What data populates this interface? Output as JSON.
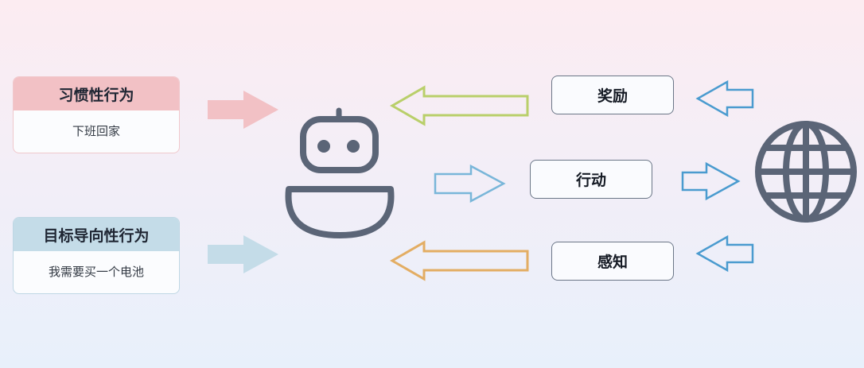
{
  "habit_card": {
    "title": "习惯性行为",
    "example": "下班回家"
  },
  "goal_card": {
    "title": "目标导向性行为",
    "example": "我需要买一个电池"
  },
  "signals": {
    "reward": "奖励",
    "action": "行动",
    "perceive": "感知"
  },
  "icons": {
    "agent": "robot-icon",
    "environment": "globe-icon"
  },
  "colors": {
    "habit": "#f2c1c5",
    "goal": "#c4dce8",
    "reward_arrow": "#b9cf6a",
    "perceive_arrow": "#e3ad63",
    "action_arrow": "#79b6d9",
    "env_arrow": "#4a9bcf",
    "icon": "#5b6577"
  }
}
